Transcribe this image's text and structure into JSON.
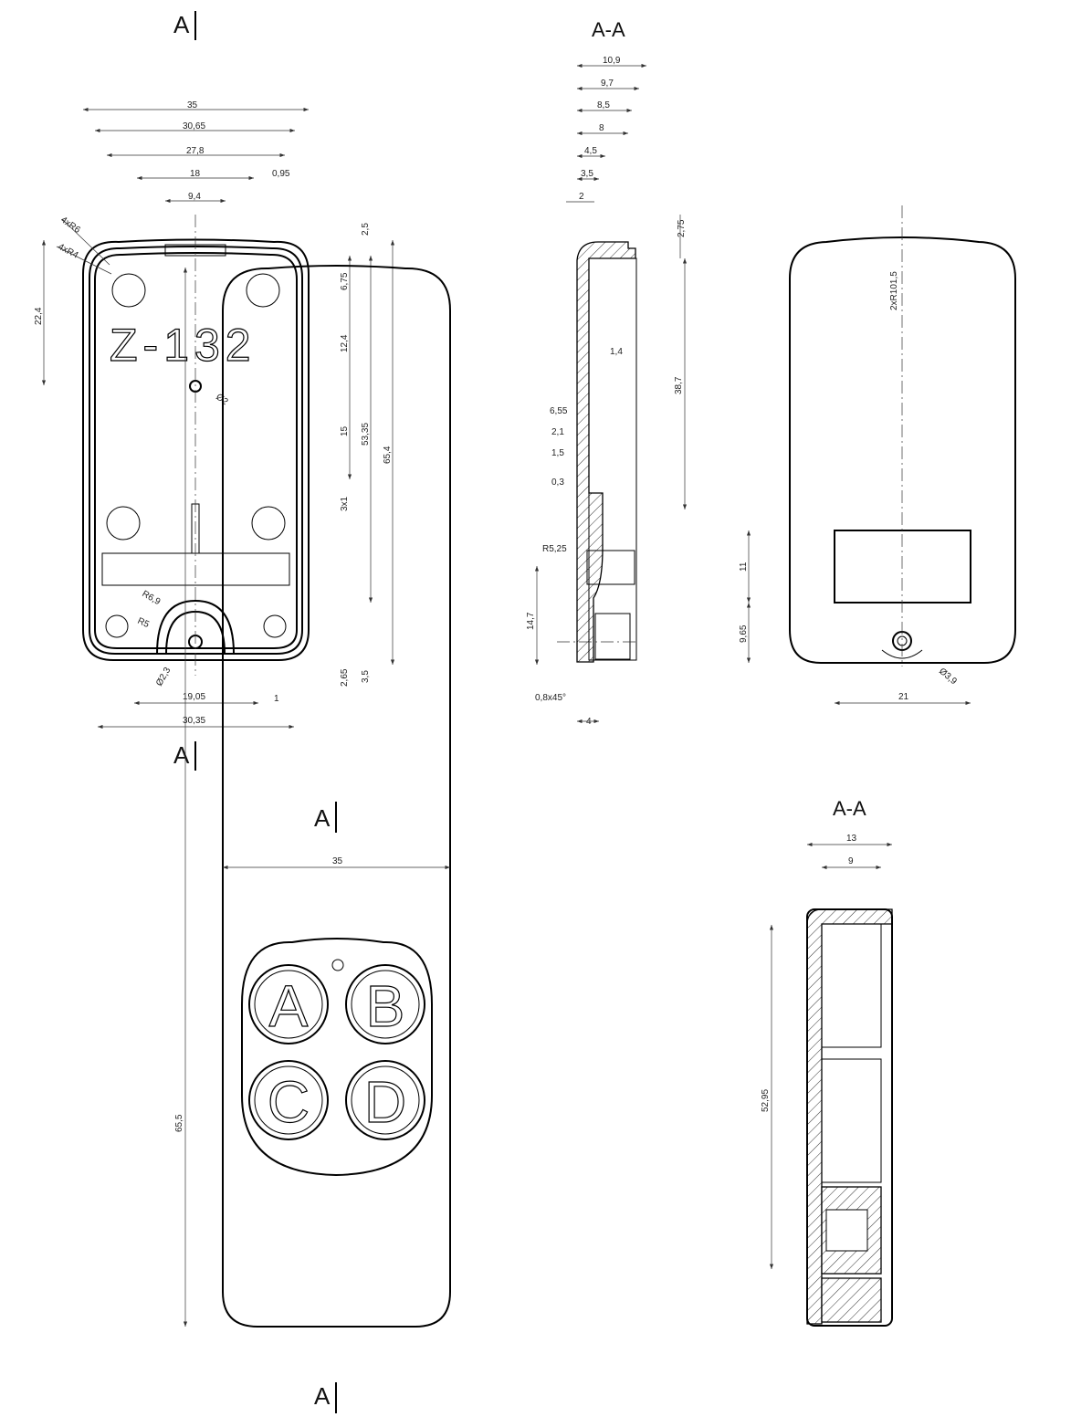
{
  "section_marks": {
    "top_a1": "A",
    "top_a2": "A",
    "bot_a1": "A",
    "bot_a2": "A"
  },
  "titles": {
    "section1": "A-A",
    "section2": "A-A"
  },
  "front_interior": {
    "model_text": "Z-132",
    "dims": {
      "w35": "35",
      "w30_65": "30,65",
      "w27_8": "27,8",
      "w18": "18",
      "w0_95": "0,95",
      "w9_4": "9,4",
      "r6": "4xR6",
      "r4": "4xR4",
      "h22_4": "22,4",
      "h2_5": "2,5",
      "h6_75": "6,75",
      "h12_4": "12,4",
      "h15": "15",
      "h3x1": "3x1",
      "h53_35": "53,35",
      "h65_4": "65,4",
      "h2_65": "2,65",
      "h3_5": "3,5",
      "w19_05": "19,05",
      "w1": "1",
      "w30_35": "30,35",
      "d2": "Ø2",
      "r6_9": "R6,9",
      "r5": "R5",
      "d2_3": "Ø2,3"
    }
  },
  "section_view": {
    "dims": {
      "w10_9": "10,9",
      "w9_7": "9,7",
      "w8_5": "8,5",
      "w8": "8",
      "w4_5": "4,5",
      "w3_5": "3,5",
      "w2": "2",
      "h2_75": "2,75",
      "h38_7": "38,7",
      "w1_4": "1,4",
      "w6_55": "6,55",
      "w2_1": "2,1",
      "w1_5": "1,5",
      "w0_3": "0,3",
      "r5_25": "R5,25",
      "h14_7": "14,7",
      "ch": "0,8x45°",
      "w4": "4"
    }
  },
  "back_view": {
    "dims": {
      "r101_5": "2xR101,5",
      "h11": "11",
      "h9_65": "9,65",
      "w21": "21",
      "d3_9": "Ø3,9"
    }
  },
  "front_view": {
    "buttons": [
      "A",
      "B",
      "C",
      "D"
    ],
    "dims": {
      "w35": "35",
      "h65_5": "65,5"
    }
  },
  "assembly_section": {
    "dims": {
      "w13": "13",
      "w9": "9",
      "h52_95": "52,95"
    }
  }
}
